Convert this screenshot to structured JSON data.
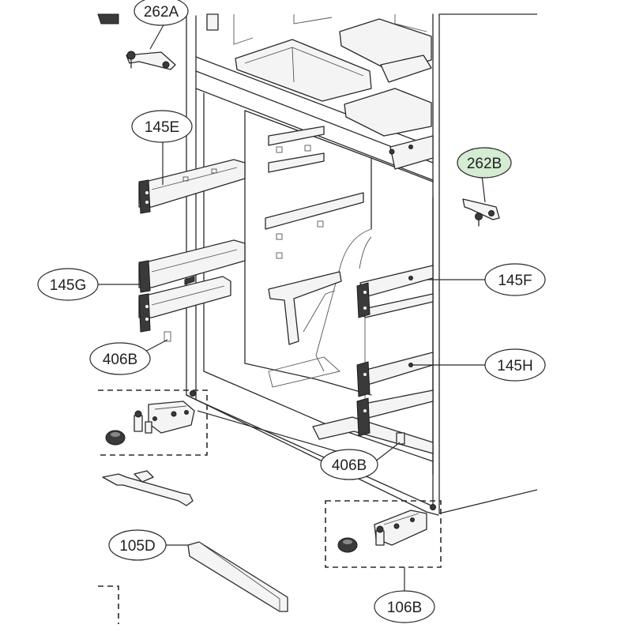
{
  "colors": {
    "line": "#2a2a2a",
    "highlight": "#d4ecd2",
    "background": "#ffffff"
  },
  "callouts": {
    "c262a": "262A",
    "c145e": "145E",
    "c262b": "262B",
    "c145g": "145G",
    "c145f": "145F",
    "c406b_left": "406B",
    "c145h": "145H",
    "c406b_bottom": "406B",
    "c105d": "105D",
    "c106b": "106B"
  }
}
